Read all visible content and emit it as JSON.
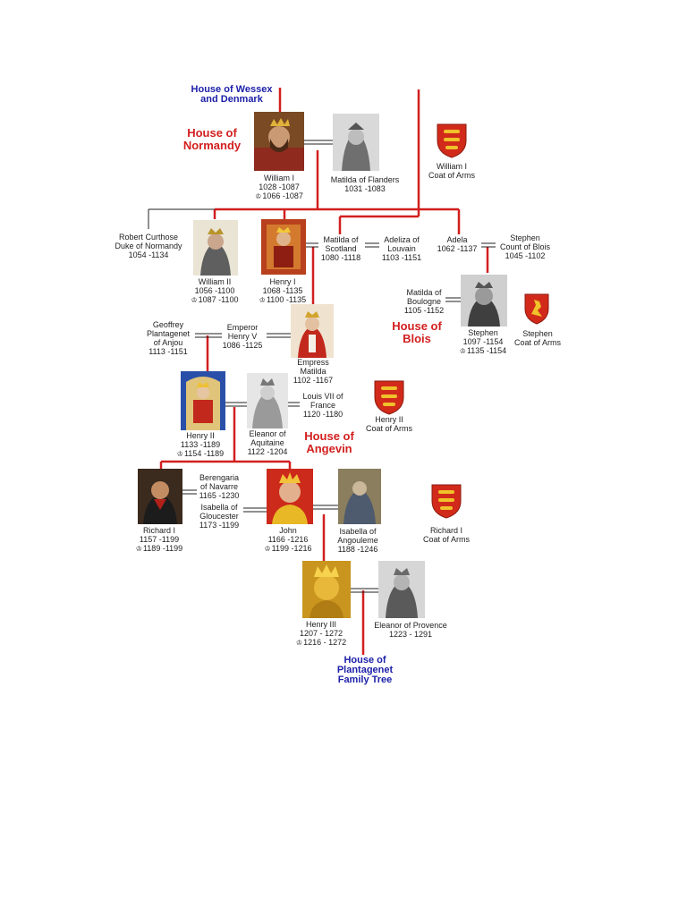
{
  "houses": {
    "wessex": [
      "House of Wessex",
      "and Denmark"
    ],
    "normandy": [
      "House of",
      "Normandy"
    ],
    "blois": [
      "House of",
      "Blois"
    ],
    "angevin": [
      "House of",
      "Angevin"
    ],
    "plantagenet": [
      "House of",
      "Plantagenet",
      "Family Tree"
    ]
  },
  "people": {
    "william1": {
      "name": "William I",
      "born_died": "1028 -1087",
      "reign": "1066 -1087"
    },
    "matilda_flanders": {
      "name": "Matilda of Flanders",
      "born_died": "1031 -1083"
    },
    "robert": {
      "lines": [
        "Robert Curthose",
        "Duke of Normandy",
        "1054 -1134"
      ]
    },
    "william2": {
      "name": "William II",
      "born_died": "1056 -1100",
      "reign": "1087 -1100"
    },
    "henry1": {
      "name": "Henry I",
      "born_died": "1068 -1135",
      "reign": "1100 -1135"
    },
    "matilda_scotland": {
      "lines": [
        "Matilda of",
        "Scotland",
        "1080 -1118"
      ]
    },
    "adeliza": {
      "lines": [
        "Adeliza of",
        "Louvain",
        "1103 -1151"
      ]
    },
    "adela": {
      "lines": [
        "Adela",
        "1062 -1137"
      ]
    },
    "stephen_blois": {
      "lines": [
        "Stephen",
        "Count of Blois",
        "1045 -1102"
      ]
    },
    "matilda_boulogne": {
      "lines": [
        "Matilda of",
        "Boulogne",
        "1105 -1152"
      ]
    },
    "stephen": {
      "name": "Stephen",
      "born_died": "1097 -1154",
      "reign": "1135 -1154"
    },
    "geoffrey": {
      "lines": [
        "Geoffrey",
        "Plantagenet",
        "of Anjou",
        "1113 -1151"
      ]
    },
    "henry5": {
      "lines": [
        "Emperor",
        "Henry V",
        "1086 -1125"
      ]
    },
    "empress": {
      "lines": [
        "Empress",
        "Matilda",
        "1102 -1167"
      ]
    },
    "henry2": {
      "name": "Henry II",
      "born_died": "1133 -1189",
      "reign": "1154 -1189"
    },
    "eleanor_aq": {
      "lines": [
        "Eleanor of",
        "Aquitaine",
        "1122 -1204"
      ]
    },
    "louis7": {
      "lines": [
        "Louis VII of",
        "France",
        "1120 -1180"
      ]
    },
    "richard1": {
      "name": "Richard I",
      "born_died": "1157 -1199",
      "reign": "1189 -1199"
    },
    "berengaria": {
      "lines": [
        "Berengaria",
        "of Navarre",
        "1165 -1230"
      ]
    },
    "isabella_glou": {
      "lines": [
        "Isabella of",
        "Gloucester",
        "1173 -1199"
      ]
    },
    "john": {
      "name": "John",
      "born_died": "1166 -1216",
      "reign": "1199 -1216"
    },
    "isabella_ang": {
      "lines": [
        "Isabella of",
        "Angouleme",
        "1188 -1246"
      ]
    },
    "henry3": {
      "name": "Henry III",
      "born_died": "1207 - 1272",
      "reign": "1216 - 1272"
    },
    "eleanor_prov": {
      "lines": [
        "Eleanor of Provence",
        "1223 - 1291"
      ]
    }
  },
  "arms": {
    "william1": [
      "William I",
      "Coat of Arms"
    ],
    "stephen": [
      "Stephen",
      "Coat of Arms"
    ],
    "henry2": [
      "Henry II",
      "Coat of Arms"
    ],
    "richard1": [
      "Richard I",
      "Coat of Arms"
    ]
  },
  "colors": {
    "red": "#d21f1f",
    "blue": "#1b1fa8",
    "line": "#222222"
  }
}
